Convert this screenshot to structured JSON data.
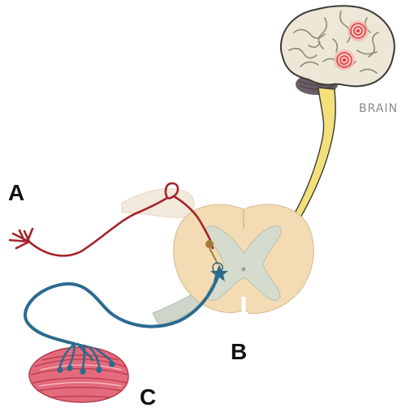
{
  "labels": {
    "a": "A",
    "b": "B",
    "c": "C",
    "brain": "BRAIN"
  },
  "colors": {
    "sensory_neuron": "#a4232b",
    "motor_neuron": "#2b6b8f",
    "ascending_tract": "#f3e07a",
    "spinal_white_matter": "#f3dbb3",
    "spinal_grey_matter": "#d6dccd",
    "muscle": "#e56a7c",
    "brain": "#ece7d6",
    "pain_marker": "#e23b3b"
  },
  "icons": [
    "brain-illustration",
    "spinal-cord-cross-section",
    "muscle-illustration",
    "pain-target-icon"
  ]
}
